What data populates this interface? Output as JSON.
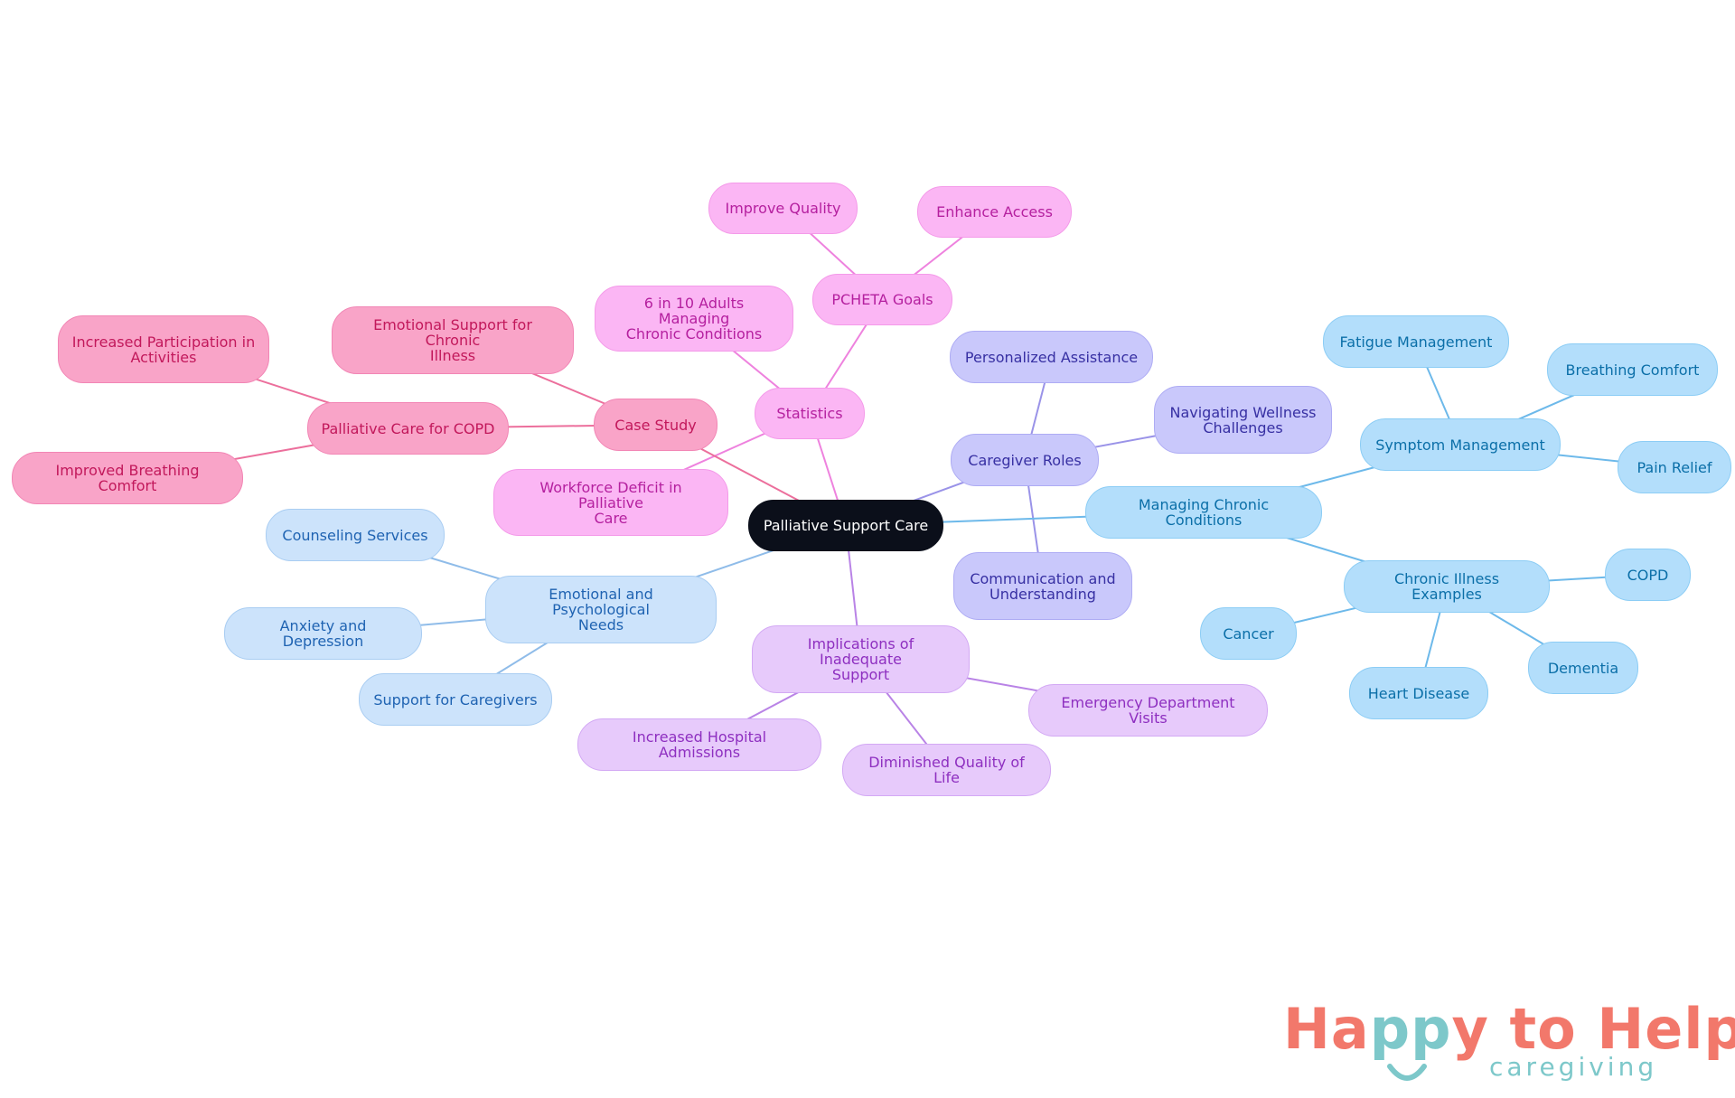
{
  "colors": {
    "root": "#0b0f1a",
    "statistics": "#ee82de",
    "case_study": "#ec6f9c",
    "caregiver": "#9a93e8",
    "chronic": "#6db9ea",
    "emotional": "#8fbce9",
    "implications": "#b983e6"
  },
  "mindmap": {
    "root": "Palliative Support Care",
    "statistics": "Statistics",
    "pcheta_goals": "PCHETA Goals",
    "improve_quality": "Improve Quality",
    "enhance_access": "Enhance Access",
    "six_in_ten": "6 in 10 Adults Managing\nChronic Conditions",
    "workforce_deficit": "Workforce Deficit in Palliative\nCare",
    "case_study": "Case Study",
    "emotional_support_chronic": "Emotional Support for Chronic\nIllness",
    "palliative_copd": "Palliative Care for COPD",
    "increased_participation": "Increased Participation in\nActivities",
    "improved_breathing": "Improved Breathing Comfort",
    "caregiver_roles": "Caregiver Roles",
    "personalized_assistance": "Personalized Assistance",
    "navigating_wellness": "Navigating Wellness\nChallenges",
    "communication": "Communication and\nUnderstanding",
    "managing_chronic": "Managing Chronic Conditions",
    "symptom_management": "Symptom Management",
    "fatigue_management": "Fatigue Management",
    "breathing_comfort": "Breathing Comfort",
    "pain_relief": "Pain Relief",
    "chronic_examples": "Chronic Illness Examples",
    "copd": "COPD",
    "cancer": "Cancer",
    "dementia": "Dementia",
    "heart_disease": "Heart Disease",
    "emotional_needs": "Emotional and Psychological\nNeeds",
    "counseling": "Counseling Services",
    "anxiety_depression": "Anxiety and Depression",
    "support_caregivers": "Support for Caregivers",
    "implications": "Implications of Inadequate\nSupport",
    "hospital_admissions": "Increased Hospital Admissions",
    "quality_of_life": "Diminished Quality of Life",
    "emergency_visits": "Emergency Department Visits"
  },
  "logo": {
    "part1": "Ha",
    "part2": "pp",
    "part3": "y to Help",
    "subtitle": "caregiving"
  }
}
